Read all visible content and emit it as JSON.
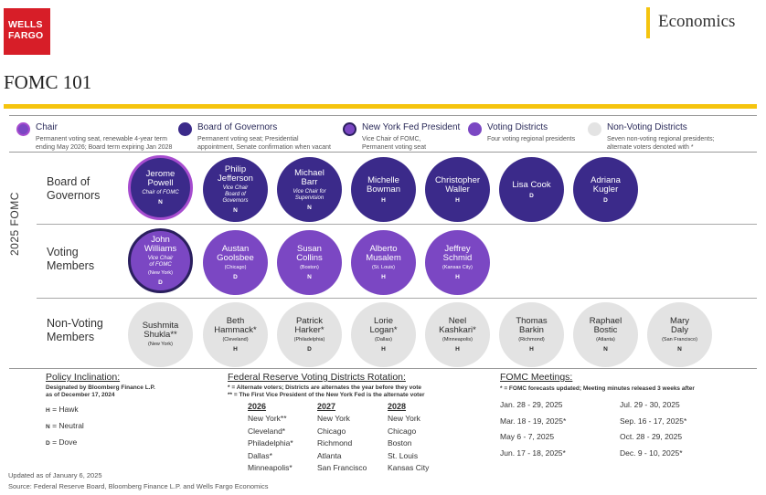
{
  "header": {
    "logo_line1": "WELLS",
    "logo_line2": "FARGO",
    "section": "Economics",
    "title": "FOMC 101"
  },
  "colors": {
    "brand_red": "#d71e28",
    "accent_gold": "#f5c40e",
    "board_of_governors": "#3b2a8a",
    "voting_districts": "#7b47c3",
    "non_voting": "#e3e3e3",
    "chair_ring": "#a64ccf"
  },
  "legend": [
    {
      "name": "Chair",
      "desc1": "Permanent voting seat, renewable 4-year term",
      "desc2": "ending May 2026; Board term expiring Jan 2028"
    },
    {
      "name": "Board of Governors",
      "desc1": "Permanent voting seat; Presidential",
      "desc2": "appointment, Senate confirmation when vacant"
    },
    {
      "name": "New York Fed President",
      "desc1": "Vice Chair of FOMC,",
      "desc2": "Permanent voting seat"
    },
    {
      "name": "Voting Districts",
      "desc1": "Four voting regional presidents",
      "desc2": ""
    },
    {
      "name": "Non-Voting Districts",
      "desc1": "Seven non-voting regional presidents;",
      "desc2": "alternate voters denoted with *"
    }
  ],
  "side_label": "2025 FOMC",
  "rows": {
    "board_label1": "Board of",
    "board_label2": "Governors",
    "voting_label1": "Voting",
    "voting_label2": "Members",
    "nonvoting_label1": "Non-Voting",
    "nonvoting_label2": "Members"
  },
  "board": [
    {
      "name1": "Jerome",
      "name2": "Powell",
      "role1": "Chair of FOMC",
      "role2": "",
      "role3": "",
      "inc": "N"
    },
    {
      "name1": "Philip",
      "name2": "Jefferson",
      "role1": "Vice Chair",
      "role2": "Board of",
      "role3": "Governors",
      "inc": "N"
    },
    {
      "name1": "Michael",
      "name2": "Barr",
      "role1": "Vice Chair for",
      "role2": "Supervision",
      "role3": "",
      "inc": "N"
    },
    {
      "name1": "Michelle",
      "name2": "Bowman",
      "role1": "",
      "role2": "",
      "role3": "",
      "inc": "H"
    },
    {
      "name1": "Christopher",
      "name2": "Waller",
      "role1": "",
      "role2": "",
      "role3": "",
      "inc": "H"
    },
    {
      "name1": "Lisa Cook",
      "name2": "",
      "role1": "",
      "role2": "",
      "role3": "",
      "inc": "D"
    },
    {
      "name1": "Adriana",
      "name2": "Kugler",
      "role1": "",
      "role2": "",
      "role3": "",
      "inc": "D"
    }
  ],
  "voting": [
    {
      "name1": "John",
      "name2": "Williams",
      "role1": "Vice Chair",
      "role2": "of FOMC",
      "district": "(New York)",
      "inc": "D"
    },
    {
      "name1": "Austan",
      "name2": "Goolsbee",
      "role1": "",
      "role2": "",
      "district": "(Chicago)",
      "inc": "D"
    },
    {
      "name1": "Susan",
      "name2": "Collins",
      "role1": "",
      "role2": "",
      "district": "(Boston)",
      "inc": "N"
    },
    {
      "name1": "Alberto",
      "name2": "Musalem",
      "role1": "",
      "role2": "",
      "district": "(St. Louis)",
      "inc": "H"
    },
    {
      "name1": "Jeffrey",
      "name2": "Schmid",
      "role1": "",
      "role2": "",
      "district": "(Kansas City)",
      "inc": "H"
    }
  ],
  "nonvoting": [
    {
      "name1": "Sushmita",
      "name2": "Shukla**",
      "district": "(New York)",
      "inc": ""
    },
    {
      "name1": "Beth",
      "name2": "Hammack*",
      "district": "(Cleveland)",
      "inc": "H"
    },
    {
      "name1": "Patrick",
      "name2": "Harker*",
      "district": "(Philadelphia)",
      "inc": "D"
    },
    {
      "name1": "Lorie",
      "name2": "Logan*",
      "district": "(Dallas)",
      "inc": "H"
    },
    {
      "name1": "Neel",
      "name2": "Kashkari*",
      "district": "(Minneapolis)",
      "inc": "H"
    },
    {
      "name1": "Thomas",
      "name2": "Barkin",
      "district": "(Richmond)",
      "inc": "H"
    },
    {
      "name1": "Raphael",
      "name2": "Bostic",
      "district": "(Atlanta)",
      "inc": "N"
    },
    {
      "name1": "Mary",
      "name2": "Daly",
      "district": "(San Francisco)",
      "inc": "N"
    }
  ],
  "policy": {
    "title": "Policy Inclination:",
    "note1": "Designated by Bloomberg Finance L.P.",
    "note2": "as of December 17, 2024",
    "hawk": "= Hawk",
    "neutral": "= Neutral",
    "dove": "= Dove",
    "hawk_key": "H",
    "neutral_key": "N",
    "dove_key": "D"
  },
  "rotation": {
    "title": "Federal Reserve Voting Districts Rotation:",
    "note1": "* = Alternate voters; Districts are alternates the year before they vote",
    "note2": "** = The First Vice President of the New York Fed is the alternate voter",
    "years": [
      {
        "year": "2026",
        "districts": [
          "New York**",
          "Cleveland*",
          "Philadelphia*",
          "Dallas*",
          "Minneapolis*"
        ]
      },
      {
        "year": "2027",
        "districts": [
          "New York",
          "Chicago",
          "Richmond",
          "Atlanta",
          "San Francisco"
        ]
      },
      {
        "year": "2028",
        "districts": [
          "New York",
          "Chicago",
          "Boston",
          "St. Louis",
          "Kansas City"
        ]
      }
    ]
  },
  "meetings": {
    "title": "FOMC Meetings:",
    "note": "* = FOMC forecasts updated; Meeting minutes released 3 weeks after",
    "left": [
      "Jan. 28 - 29, 2025",
      "Mar. 18 - 19, 2025*",
      "May 6 - 7, 2025",
      "Jun. 17 - 18, 2025*"
    ],
    "right": [
      "Jul. 29 - 30, 2025",
      "Sep. 16 - 17, 2025*",
      "Oct. 28 - 29, 2025",
      "Dec. 9 - 10, 2025*"
    ]
  },
  "footer": {
    "updated": "Updated as of January 6, 2025",
    "source": "Source: Federal Reserve Board, Bloomberg Finance L.P. and Wells Fargo Economics"
  }
}
